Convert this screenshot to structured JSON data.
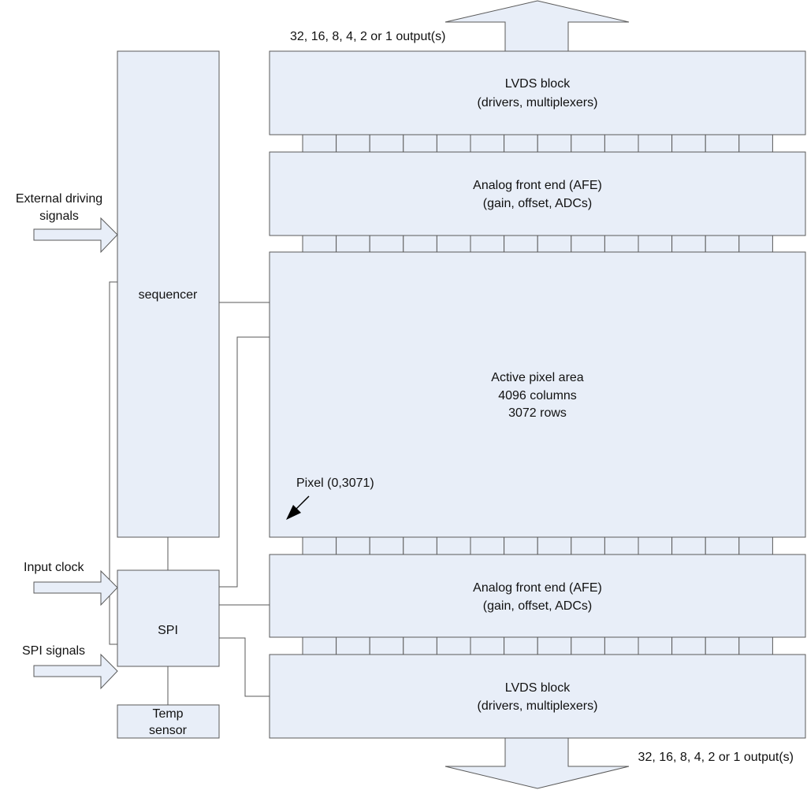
{
  "labels": {
    "top_outputs": "32, 16, 8, 4, 2 or 1 output(s)",
    "bottom_outputs": "32, 16, 8, 4, 2 or 1 output(s)",
    "external_driving_line1": "External driving",
    "external_driving_line2": "signals",
    "input_clock": "Input clock",
    "spi_signals": "SPI signals",
    "pixel_marker": "Pixel (0,3071)"
  },
  "blocks": {
    "lvds_top": {
      "line1": "LVDS block",
      "line2": "(drivers, multiplexers)"
    },
    "afe_top": {
      "line1": "Analog front end (AFE)",
      "line2": "(gain, offset, ADCs)"
    },
    "pixel_area": {
      "line1": "Active pixel area",
      "line2": "4096 columns",
      "line3": "3072 rows"
    },
    "afe_bottom": {
      "line1": "Analog front end (AFE)",
      "line2": "(gain, offset, ADCs)"
    },
    "lvds_bottom": {
      "line1": "LVDS block",
      "line2": "(drivers, multiplexers)"
    },
    "sequencer": {
      "label": "sequencer"
    },
    "spi": {
      "label": "SPI"
    },
    "temp_sensor": {
      "line1": "Temp",
      "line2": "sensor"
    }
  },
  "colors": {
    "block_fill": "#e8eef8",
    "stroke": "#5a5a5a",
    "marker": "#000000"
  }
}
